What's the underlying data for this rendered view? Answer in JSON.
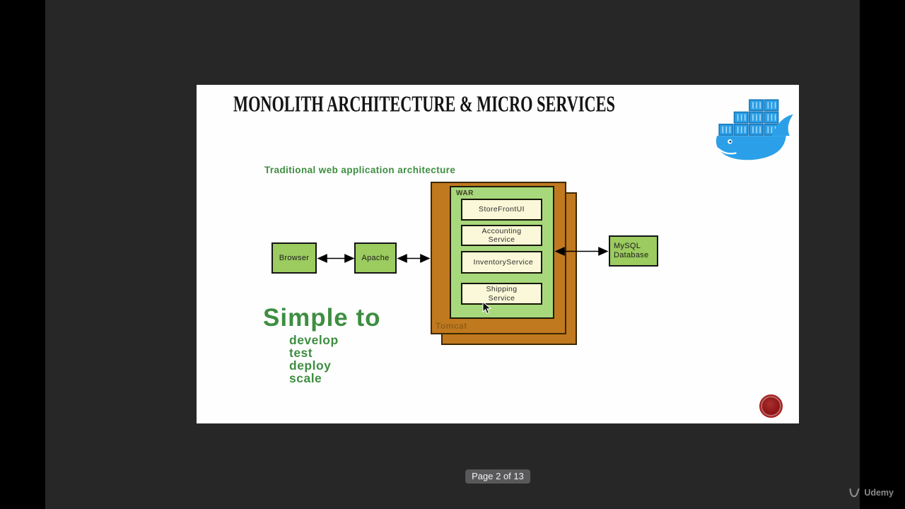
{
  "slide": {
    "title": "MONOLITH ARCHITECTURE & MICRO SERVICES",
    "subtitle": "Traditional web application architecture",
    "diagram": {
      "browser_label": "Browser",
      "apache_label": "Apache",
      "tomcat_label": "Tomcat",
      "war_label": "WAR",
      "services": [
        "StoreFrontUI",
        "Accounting Service",
        "InventoryService",
        "Shipping Service"
      ],
      "database_label": "MySQL Database"
    },
    "simple_to": {
      "heading": "Simple to",
      "items": [
        "develop",
        "test",
        "deploy",
        "scale"
      ]
    }
  },
  "footer": {
    "page_indicator": "Page 2 of 13"
  },
  "watermark": {
    "brand": "Udemy"
  },
  "icons": {
    "docker": "docker-whale-icon",
    "record": "record-dot-icon",
    "cursor": "mouse-cursor-icon",
    "udemy_mark": "udemy-u-icon"
  },
  "colors": {
    "video_bg": "#272727",
    "pillarbox": "#000000",
    "slide_bg": "#fefefe",
    "tomcat_orange": "#c0791f",
    "war_green": "#a8d87c",
    "service_cream": "#faf8d8",
    "node_green": "#9ccb60",
    "accent_green_text": "#3e8e41",
    "docker_blue": "#2ba0e8",
    "record_red": "#9e1b1b"
  }
}
